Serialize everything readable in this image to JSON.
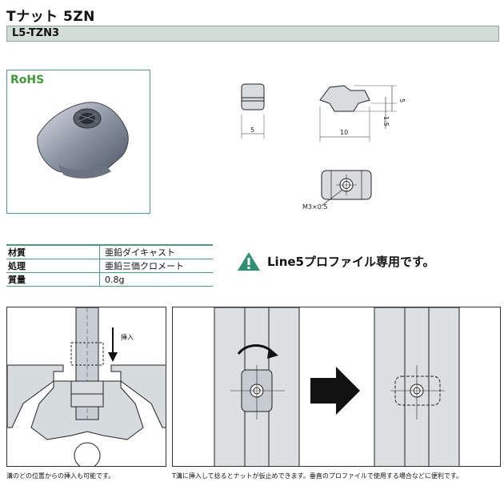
{
  "title": "Tナット 5ZN",
  "part_number": "L5-TZN3",
  "rohs_label": "RoHS",
  "specs": [
    {
      "key": "材質",
      "value": "亜鉛ダイキャスト"
    },
    {
      "key": "処理",
      "value": "亜鉛三価クロメート"
    },
    {
      "key": "質量",
      "value": "0.8g"
    }
  ],
  "warning_text": "Line5プロファイル専用です。",
  "dimensions": {
    "width_label": "5",
    "length_label": "10",
    "height_label": "5",
    "offset_label": "1.5",
    "thread_label": "M3×0.5"
  },
  "insert_label": "挿入",
  "caption_left": "溝のどの位置からの挿入も可能です。",
  "caption_right": "T溝に挿入して捻るとナットが仮止めできます。垂直のプロファイルで使用する場合などに便利です。",
  "colors": {
    "accent": "#4f9a86",
    "bar_fill": "#d3ddd8",
    "warning": "#2e8f73",
    "rohs": "#3f9a3a"
  }
}
